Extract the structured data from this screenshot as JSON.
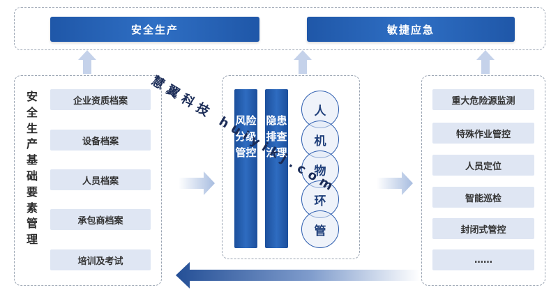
{
  "top": {
    "left_label": "安全生产",
    "right_label": "敏捷应急"
  },
  "left_panel": {
    "title": "安全生产基础要素管理",
    "items": [
      "企业资质档案",
      "设备档案",
      "人员档案",
      "承包商档案",
      "培训及考试"
    ]
  },
  "center_panel": {
    "bar1": "风险分级管控",
    "bar2": "隐患排查治理",
    "circles": [
      "人",
      "机",
      "物",
      "环",
      "管"
    ]
  },
  "right_panel": {
    "items": [
      "重大危险源监测",
      "特殊作业管控",
      "人员定位",
      "智能巡检",
      "封闭式管控",
      "……"
    ]
  },
  "watermark": {
    "text": "慧翼科技 huiyikj.com"
  },
  "colors": {
    "header_blue": "#2a63b5",
    "pill_bg": "#dfe6f3",
    "arrow_light": "#c5d2ea",
    "dash_border": "#9aa4b2"
  }
}
